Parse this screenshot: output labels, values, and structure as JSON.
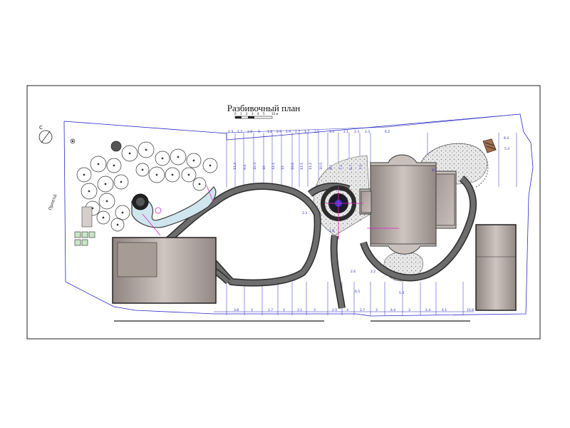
{
  "plan": {
    "title": "Разбивочный план",
    "north_label": "С",
    "road_label": "Проезд",
    "scale": {
      "ticks": [
        "0",
        "1",
        "2",
        "3",
        "4",
        "5"
      ],
      "end_label": "10 м"
    }
  },
  "dimensions": {
    "top_row": [
      "2.3",
      "1.7",
      "2.6",
      "9",
      "1.8",
      "2.9",
      "1.9",
      "1.7",
      "1.7",
      "2.5",
      "3.5",
      "2.1",
      "2.3",
      "2.3",
      "6.2"
    ],
    "vertical": [
      "11.3",
      "9.4",
      "10.3",
      "10",
      "12.1",
      "15",
      "10.6",
      "13.5",
      "11.2",
      "10.5",
      "8.7",
      "7.1",
      "6.7",
      "7.5"
    ],
    "bottom_row": [
      "3.8",
      "3",
      "2.7",
      "3",
      "3.1",
      "3",
      "2.5",
      "3",
      "2.7",
      "3",
      "4.4",
      "3",
      "2.4",
      "4.1",
      "10.8"
    ],
    "misc": [
      "3.3",
      "1.8",
      "6.5",
      "5.4",
      "4.3",
      "2.2",
      "2.6",
      "8.4",
      "5.4"
    ]
  },
  "colors": {
    "building": "#b5a9a4",
    "path": "#6d6d6d",
    "path_edge": "#2c2c2c",
    "dimension": "#2a2ac8",
    "accent": "#e020c8",
    "water": "#cfe6ef"
  }
}
